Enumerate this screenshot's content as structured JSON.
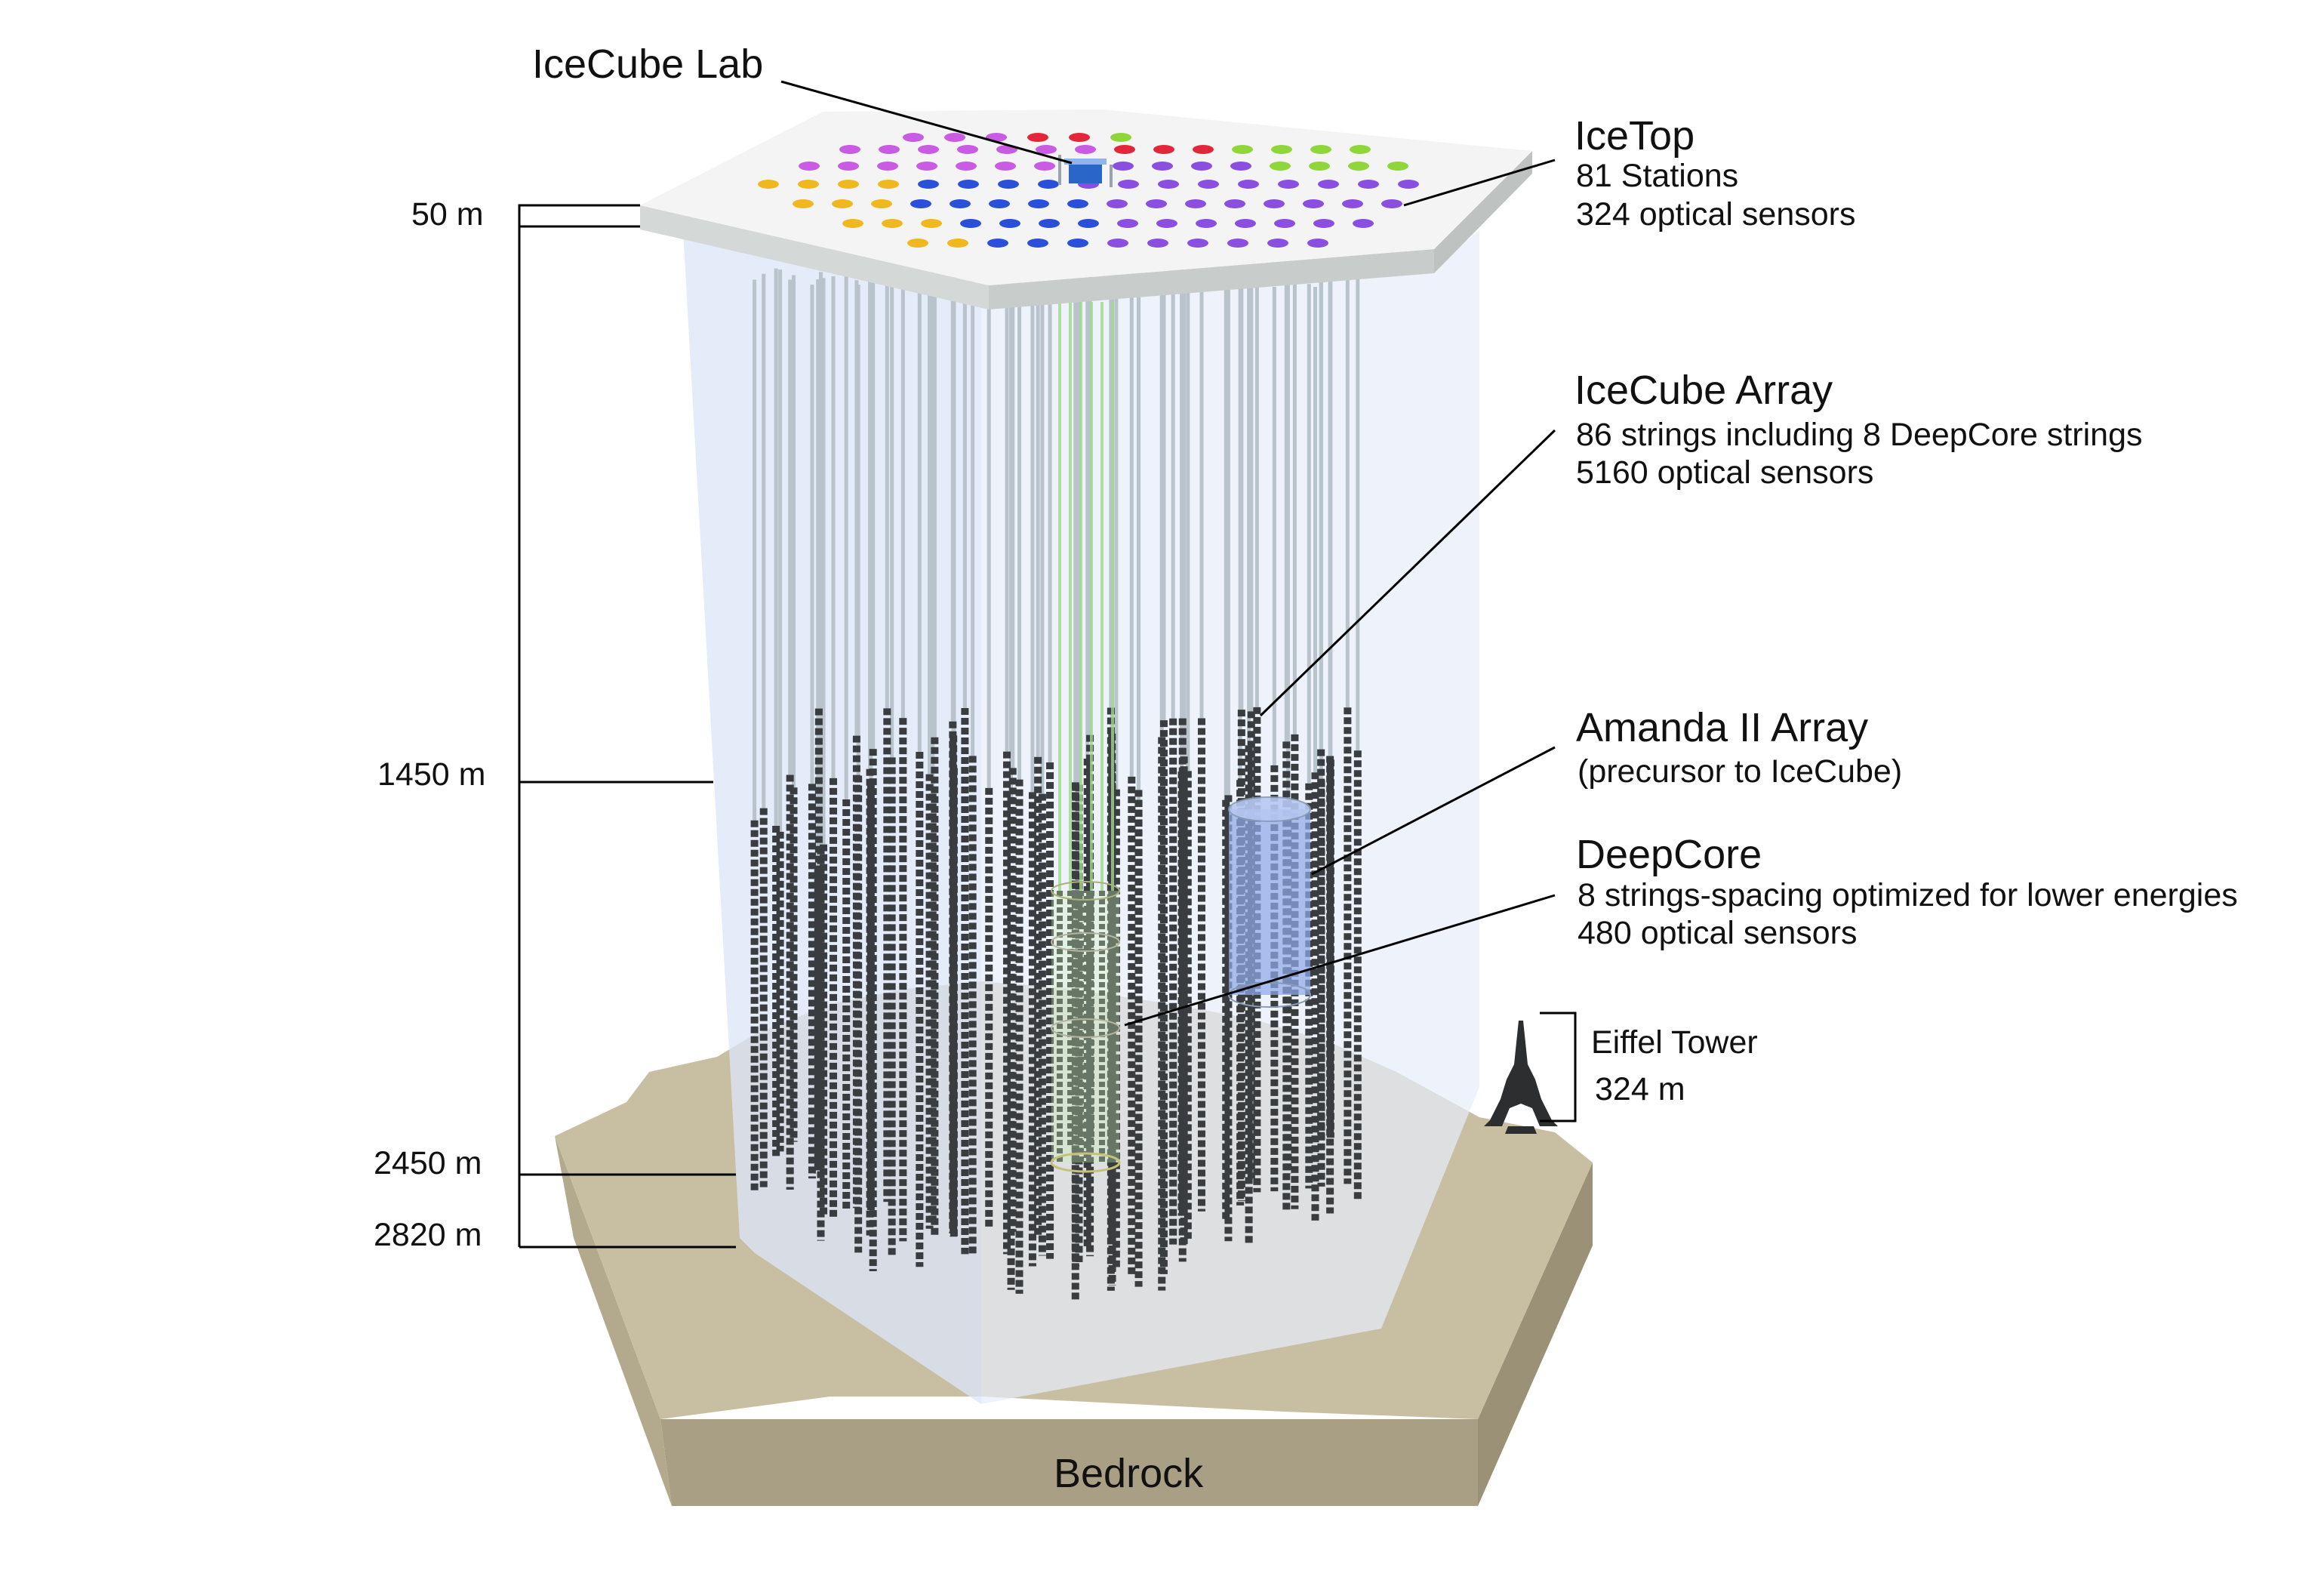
{
  "labels": {
    "lab": "IceCube Lab",
    "icetop": {
      "title": "IceTop",
      "lines": [
        "81 Stations",
        "324 optical sensors"
      ]
    },
    "array": {
      "title": "IceCube Array",
      "lines": [
        "86 strings including 8 DeepCore strings",
        "5160 optical sensors"
      ]
    },
    "amanda": {
      "title": "Amanda II Array",
      "lines": [
        "(precursor to IceCube)"
      ]
    },
    "deepcore": {
      "title": "DeepCore",
      "lines": [
        "8 strings-spacing optimized for lower energies",
        "480 optical sensors"
      ]
    },
    "eiffel": {
      "title": "Eiffel Tower",
      "height": "324 m"
    },
    "bedrock": "Bedrock",
    "depths": [
      "50 m",
      "1450 m",
      "2450 m",
      "2820 m"
    ]
  },
  "colors": {
    "ice_volume": "#dde6f7",
    "surface_top": "#f3f4f3",
    "surface_side": "#d4d8d7",
    "bedrock_top": "#c8bfa3",
    "bedrock_side": "#a89f84",
    "string_cable": "#b9c3cc",
    "sensor": "#3a3d40",
    "deepcore_cable": "#9fd98a",
    "amanda_cylinder": "#8fa9e8"
  },
  "station_colors": [
    "#f0b81f",
    "#2a4fd8",
    "#c95ce2",
    "#e3263a",
    "#8a4fe0",
    "#8fd63a",
    "#5fc7e6"
  ]
}
